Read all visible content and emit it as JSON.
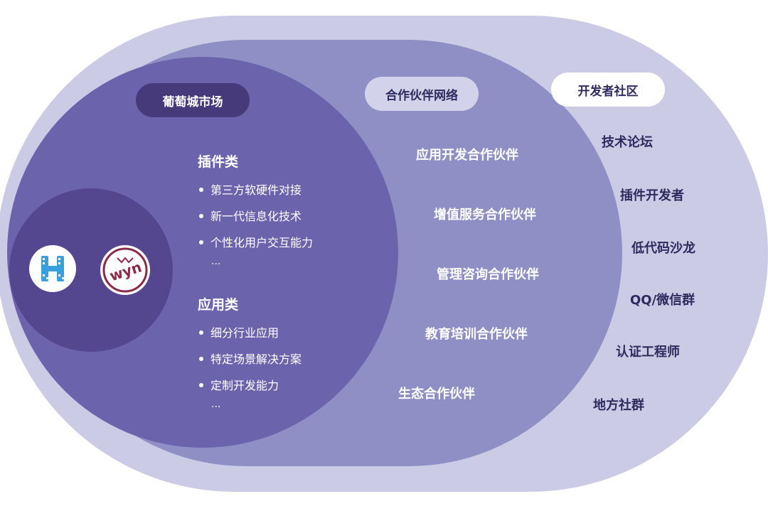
{
  "colors": {
    "outer_ellipse": "#cbcbe6",
    "middle_region": "#8f8fc6",
    "inner_circle": "#6b64ad",
    "core_circle": "#55478f",
    "dark_pill": "#463a7a",
    "text_dark": "#2f2a5e"
  },
  "core": {
    "logos": [
      {
        "icon": "h-logo-icon",
        "letter": "H",
        "color": "#3aa0dc"
      },
      {
        "icon": "wyn-logo-icon",
        "text": "wyn",
        "color": "#8a2a4a"
      }
    ]
  },
  "marketplace": {
    "label": "葡萄城市场",
    "plugins": {
      "title": "插件类",
      "items": [
        "第三方软硬件对接",
        "新一代信息化技术",
        "个性化用户交互能力"
      ],
      "more": "..."
    },
    "applications": {
      "title": "应用类",
      "items": [
        "细分行业应用",
        "特定场景解决方案",
        "定制开发能力"
      ],
      "more": "..."
    }
  },
  "partners": {
    "label": "合作伙伴网络",
    "items": [
      "应用开发合作伙伴",
      "增值服务合作伙伴",
      "管理咨询合作伙伴",
      "教育培训合作伙伴",
      "生态合作伙伴"
    ]
  },
  "community": {
    "label": "开发者社区",
    "items": [
      "技术论坛",
      "插件开发者",
      "低代码沙龙",
      "QQ/微信群",
      "认证工程师",
      "地方社群"
    ]
  }
}
